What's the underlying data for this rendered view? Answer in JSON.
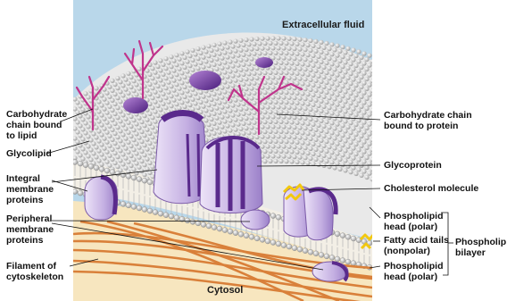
{
  "regions": {
    "extracellular": "Extracellular fluid",
    "cytosol": "Cytosol"
  },
  "labels_left": [
    "Carbohydrate\nchain bound\nto lipid",
    "Glycolipid",
    "Integral\nmembrane\nproteins",
    "Peripheral\nmembrane\nproteins",
    "Filament of\ncytoskeleton"
  ],
  "labels_right": [
    "Carbohydrate chain\nbound to protein",
    "Glycoprotein",
    "Cholesterol molecule",
    "Phospholipid\nhead (polar)",
    "Fatty acid tails\n(nonpolar)",
    "Phospholipid\nhead (polar)"
  ],
  "bracket_label": "Phospholip\nbilayer",
  "colors": {
    "sky": "#b9d7ea",
    "cytosol": "#f7e6bf",
    "protein": "#c9b7e4",
    "protein_dark": "#5a2a8c",
    "carbohydrate": "#c0348c",
    "cholesterol": "#f2c80f",
    "filament": "#d9803a",
    "head": "#cfcfcf"
  }
}
